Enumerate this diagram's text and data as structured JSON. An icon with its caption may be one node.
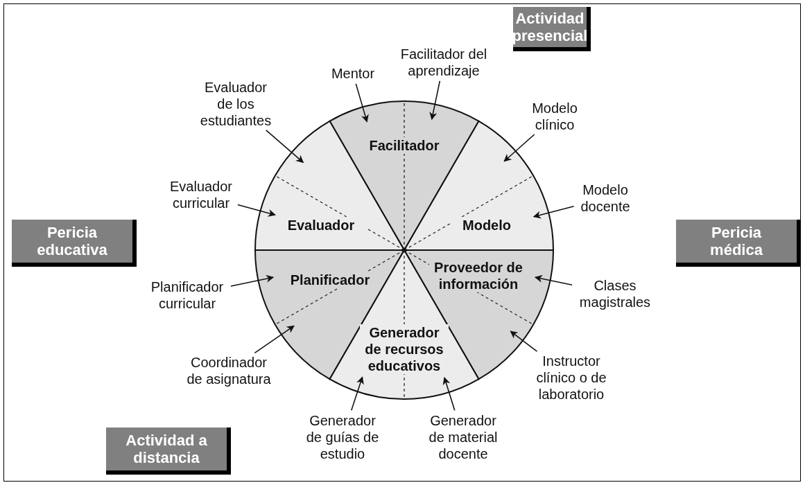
{
  "diagram": {
    "nodes": [
      {
        "text": [
          "Facilitador del aprendizaje"
        ]
      },
      {
        "text": [
          "Actividad presencial"
        ]
      },
      {
        "text": [
          "Mentor"
        ]
      },
      {
        "text": [
          "Evaluador de los estudiantes"
        ]
      },
      {
        "text": [
          "Modelo clínico"
        ]
      },
      {
        "text": [
          "Facilitador"
        ]
      },
      {
        "text": [
          "Evaluador curricular"
        ]
      },
      {
        "text": [
          "Evaluador"
        ]
      },
      {
        "text": [
          "Modelo"
        ]
      },
      {
        "text": [
          "Modelo docente"
        ]
      },
      {
        "text": [
          "Pericia educativa"
        ]
      },
      {
        "text": [
          "Pericia médica"
        ]
      },
      {
        "text": [
          "Proveedor de información"
        ]
      },
      {
        "text": [
          "Planificador"
        ]
      },
      {
        "text": [
          "Planificador curricular"
        ]
      },
      {
        "text": [
          "Clases magistrales"
        ]
      },
      {
        "text": [
          "Generador de recursos educativos"
        ]
      },
      {
        "text": [
          "Coordinador de asignatura"
        ]
      },
      {
        "text": [
          "Instructor clínico o de laboratorio"
        ]
      },
      {
        "text": [
          "Generador de guías de estudio"
        ]
      },
      {
        "text": [
          "Generador de material docente"
        ]
      },
      {
        "text": [
          "Actividad a distancia"
        ]
      }
    ],
    "edges": [
      {
        "from": 2,
        "to": 5,
        "arrow": "to"
      },
      {
        "from": 0,
        "to": 5,
        "arrow": "to"
      },
      {
        "from": 3,
        "to": 7,
        "arrow": "to"
      },
      {
        "from": 4,
        "to": 8,
        "arrow": "to"
      },
      {
        "from": 6,
        "to": 7,
        "arrow": "to"
      },
      {
        "from": 9,
        "to": 8,
        "arrow": "to"
      },
      {
        "from": 15,
        "to": 12,
        "arrow": "to"
      },
      {
        "from": 14,
        "to": 13,
        "arrow": "to"
      },
      {
        "from": 17,
        "to": 13,
        "arrow": "to"
      },
      {
        "from": 18,
        "to": 12,
        "arrow": "to"
      },
      {
        "from": 19,
        "to": 16,
        "arrow": "to"
      },
      {
        "from": 20,
        "to": 16,
        "arrow": "to"
      }
    ]
  }
}
